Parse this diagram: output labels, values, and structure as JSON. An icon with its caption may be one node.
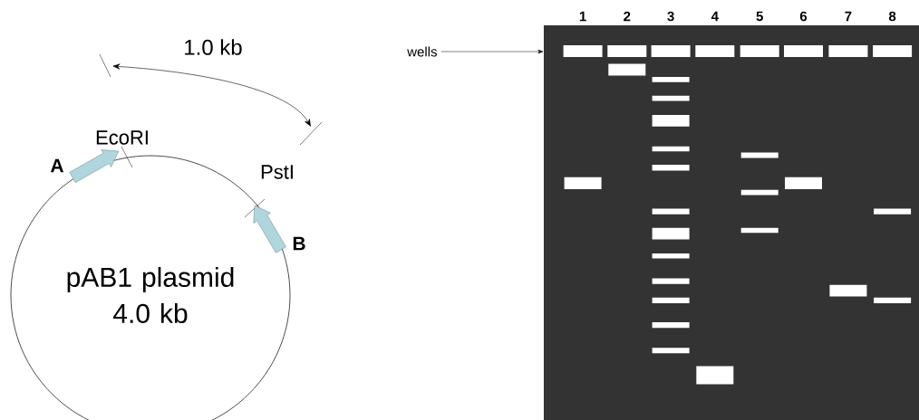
{
  "diagram": {
    "nodes": [
      {
        "text": [
          "pAB1 plasmid 4.0 kb"
        ],
        "beside": [
          "EcoRI",
          "A",
          "PstI",
          "B"
        ]
      },
      {
        "text": [
          "wells"
        ]
      },
      {
        "text": [],
        "shape": "box"
      }
    ],
    "edges": [
      {
        "from": 1,
        "to": 2,
        "arrow": "to"
      }
    ],
    "labels": [
      "1.0 kb",
      "1",
      "2",
      "3",
      "4",
      "5",
      "6",
      "7",
      "8"
    ]
  }
}
